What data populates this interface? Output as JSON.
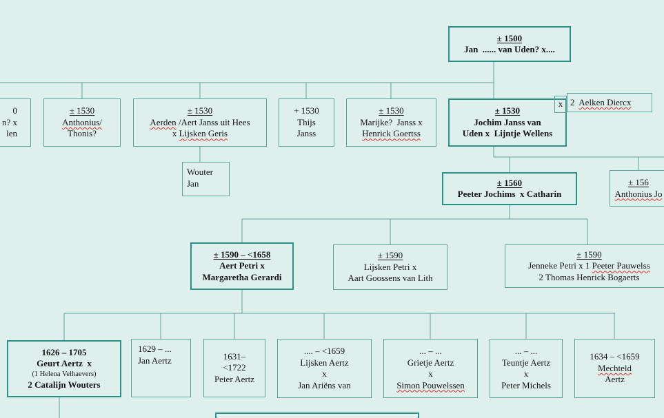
{
  "figure": {
    "type": "family-tree-diagram"
  },
  "palette": {
    "background": "#dff0ec",
    "box_border": "#55a39a",
    "highlight_border": "#2a9188",
    "connector": "#55a39a",
    "text": "#141414",
    "spellcheck_squiggle": "#d93025"
  },
  "boxes": {
    "root": {
      "date": "± 1500",
      "name": "Jan  ...... van Uden? x...."
    },
    "left_partial": {
      "frag1": "0",
      "frag2": "n? x",
      "frag3": "len"
    },
    "anthonius": {
      "date": "± 1530",
      "name": "Anthonius/",
      "alt": "Thonis?"
    },
    "aerden": {
      "date": "± 1530",
      "name": "Aerden",
      "name_rest": " /Aert Janss uit Hees",
      "spouse_pre": "x ",
      "spouse": "Lijsken Geris"
    },
    "thijs": {
      "date": "+ 1530",
      "line1": "Thijs",
      "line2": "Janss"
    },
    "marijke": {
      "date": "± 1530",
      "line1": "Marijke?  Janss x",
      "spouse": "Henrick Goertss"
    },
    "jochim": {
      "date": "± 1530",
      "line1": "Jochim Janss van",
      "line2": "Uden x  Lijntje Wellens"
    },
    "x_marker": {
      "label": "x"
    },
    "aelken": {
      "pre": "2  ",
      "name": "Aelken Diercx"
    },
    "wouter": {
      "line1": "Wouter",
      "line2": "Jan"
    },
    "peeter": {
      "date": "± 1560",
      "line1": "Peeter Jochims  x Catharin"
    },
    "anthonius_j": {
      "date": "± 156",
      "name": "Anthonius Jo"
    },
    "aert_petri": {
      "date": "± 1590 – <1658",
      "line1": "Aert Petri x",
      "line2": "Margaretha Gerardi"
    },
    "lijsken_petri": {
      "date": "± 1590",
      "line1": "Lijsken Petri x",
      "line2": "Aart Goossens van Lith"
    },
    "jenneke": {
      "date": "± 1590",
      "line1_pre": "Jenneke Petri x 1 ",
      "line1_name": "Peeter Pauwelss",
      "line2": "2 Thomas Henrick Bogaerts"
    },
    "geurt": {
      "date": "1626 – 1705",
      "line1": "Geurt Aertz  x",
      "line2": "(1 Helena Velhaevers)",
      "line3": "2 Catalijn Wouters"
    },
    "jan_aertz": {
      "date": "1629 – ...",
      "line1": "Jan Aertz"
    },
    "peter_aertz": {
      "date1": "1631–",
      "date2": "<1722",
      "line1": "Peter Aertz"
    },
    "lijsken_aertz": {
      "date": ".... – <1659",
      "line1": "Lijsken Aertz",
      "line2": "x",
      "line3": "Jan Ariëns van"
    },
    "grietje": {
      "date": "... – ...",
      "line1": "Grietje Aertz",
      "line2": "x",
      "line3": "Simon Pouwelssen"
    },
    "teuntje": {
      "date": "... – ...",
      "line1": "Teuntje Aertz",
      "line2": "x",
      "line3": "Peter Michels"
    },
    "mechteld": {
      "date": "1634 – <1659",
      "line1": "Mechteld",
      "line2": "Aertz"
    }
  }
}
